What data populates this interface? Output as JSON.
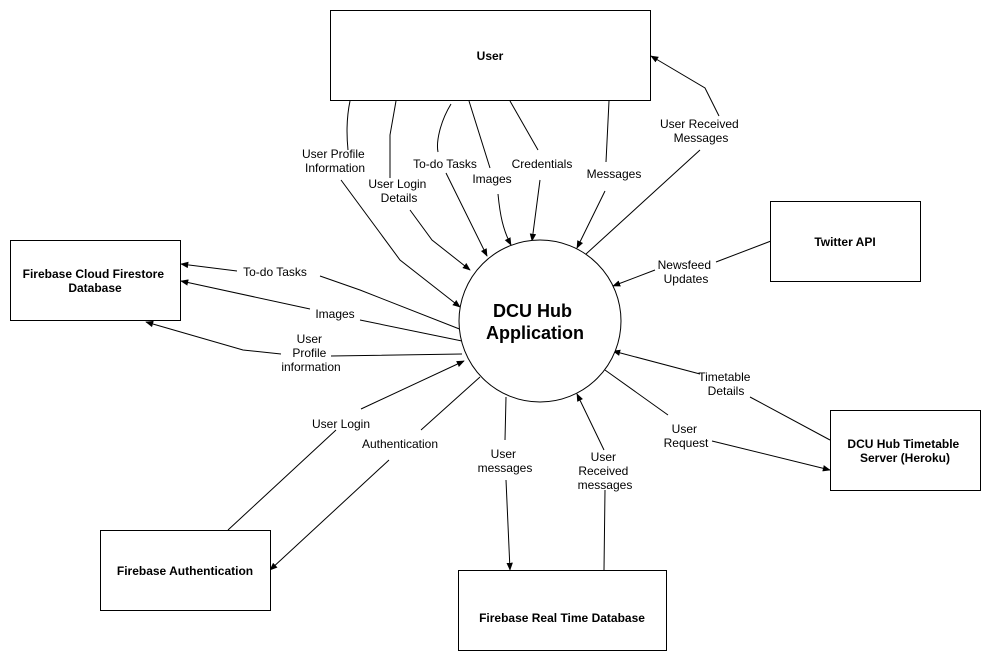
{
  "nodes": {
    "user": "User",
    "firestore": [
      "Firebase Cloud Firestore",
      "Database"
    ],
    "twitter": "Twitter API",
    "center": [
      "DCU Hub",
      "Application"
    ],
    "timetable": [
      "DCU Hub Timetable",
      "Server (Heroku)"
    ],
    "auth": "Firebase Authentication",
    "realtime": "Firebase Real Time Database"
  },
  "flows": {
    "user_profile_information": [
      "User Profile",
      "Information"
    ],
    "user_login_details": [
      "User Login",
      "Details"
    ],
    "todo_tasks_user": "To-do Tasks",
    "images_user": "Images",
    "credentials": "Credentials",
    "messages": "Messages",
    "user_received_messages_top": [
      "User Received",
      "Messages"
    ],
    "newsfeed_updates": [
      "Newsfeed",
      "Updates"
    ],
    "todo_tasks_db": "To-do Tasks",
    "images_db": "Images",
    "user_profile_db": [
      "User",
      "Profile",
      "information"
    ],
    "timetable_details": [
      "Timetable",
      "Details"
    ],
    "user_request": [
      "User",
      "Request"
    ],
    "user_login": "User Login",
    "authentication": "Authentication",
    "user_messages": [
      "User",
      "messages"
    ],
    "user_received_messages_bottom": [
      "User",
      "Received",
      "messages"
    ]
  }
}
